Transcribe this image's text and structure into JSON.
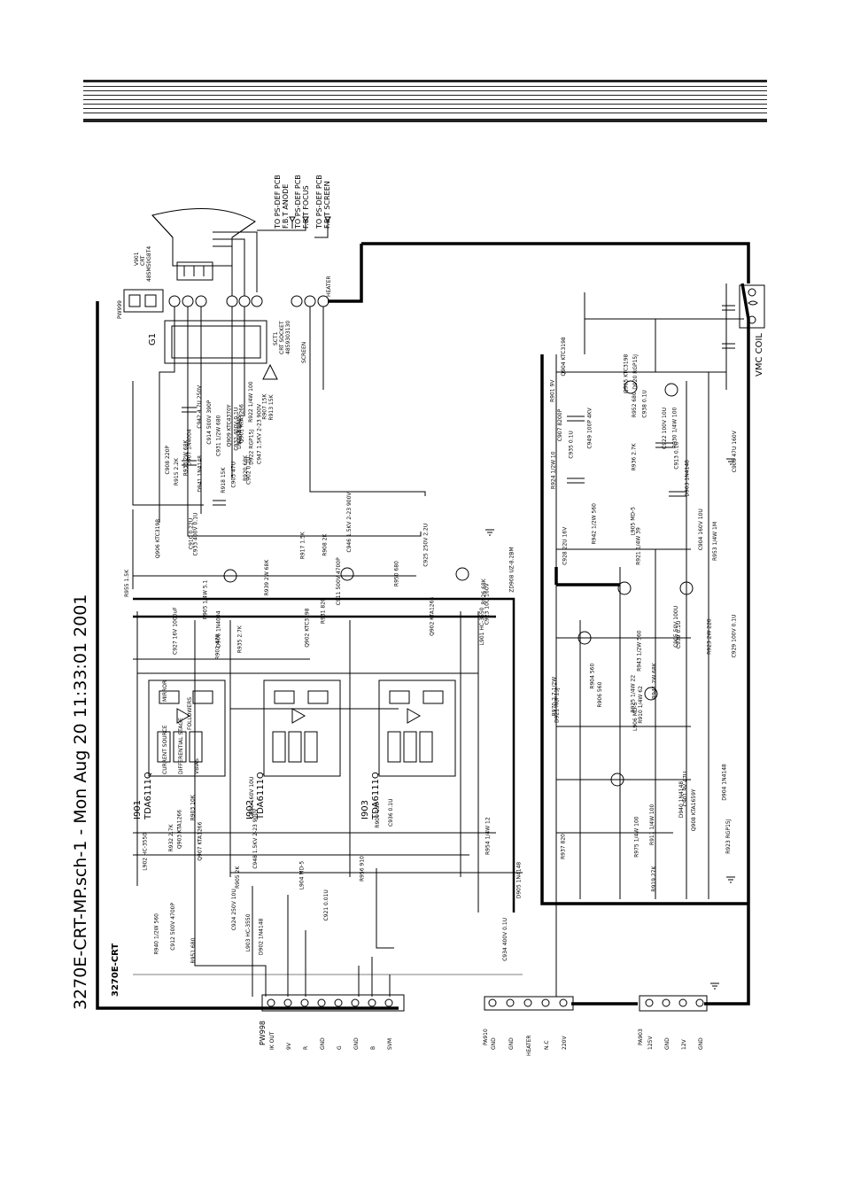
{
  "header": {
    "sheet_label": "3270E-CRT-MP.sch-1 - Mon Aug 20 11:33:01 2001"
  },
  "schematic": {
    "title": "3270E-CRT",
    "ics": [
      {
        "ref": "I901",
        "part": "TDA6111Q"
      },
      {
        "ref": "I902",
        "part": "TDA6111Q"
      },
      {
        "ref": "I903",
        "part": "TDA6111Q"
      }
    ],
    "crt": {
      "ref": "V901",
      "type": "CRT",
      "part": "48SM50G8T4"
    },
    "socket": {
      "ref": "SCT1",
      "name": "CRT SOCKET",
      "part": "4859303130"
    },
    "g1_label": "G1",
    "screen_label": "SCREEN",
    "heater_label": "HEATER",
    "vmc_coil_label": "VMC COIL",
    "pw999_label": "PW999",
    "outputs": [
      "TO PS-DEF PCB",
      "F.B.T ANODE",
      "TO PS-DEF PCB",
      "F.B.T FOCUS",
      "TO PS-DEF PCB",
      "F.B.T SCREEN"
    ],
    "connectors": [
      {
        "ref": "PW998",
        "pins": [
          "IK OUT",
          "9V",
          "R",
          "GND",
          "G",
          "GND",
          "B",
          "SVM"
        ]
      },
      {
        "ref": "PA910",
        "pins": [
          "GND",
          "GND",
          "HEATER",
          "N.C",
          "220V"
        ]
      },
      {
        "ref": "PA903",
        "pins": [
          "125V",
          "GND",
          "12V",
          "GND"
        ]
      }
    ],
    "ic_blocks": [
      "FOLLOWERS",
      "MIRROR",
      "CURRENT SOURCE",
      "DIFFERENTIAL STAGE",
      "VBIAS"
    ],
    "components": [
      "R931 820",
      "R932 2.7K",
      "R936 2.7K",
      "R937 820",
      "R934 820",
      "R935 2.7K",
      "C936 0.1U",
      "C938 0.1U",
      "C939 0.1U",
      "C932 400V 0.1U",
      "C933 400V 0.1U",
      "C934 400V 0.1U",
      "C935 0.1U",
      "C929 100V 0.1U",
      "C931 1/2W 680",
      "R950 680",
      "R951 680",
      "R952 680",
      "R941 2W 68K",
      "R933 2W 68K",
      "R939 2W 68K",
      "R940 1/2W 560",
      "R942 1/2W 560",
      "R943 1/2W 560",
      "Q901 KTA1266",
      "Q902 KTA1266",
      "Q903 KTA1266",
      "D920 RGP15J",
      "D921 RGP15J",
      "D922 RGP15J",
      "ZD908 UZ-8.2BM",
      "L904 MD-5",
      "L905 MD-5",
      "L906 MD-5",
      "C942 4.7U 250V",
      "C925 250V 2.2U",
      "C924 250V 10U",
      "R953 1/4W 1M",
      "R923 RGP15J",
      "C947 1.5KV 2-23 900V",
      "C946 1.5KV 2-23 900V",
      "C948 1.5KV 2-23 900V",
      "C949 100P 4KV",
      "D940 1N4148",
      "D941 1N4148",
      "R955 1.5K",
      "R956 910",
      "C928 22U 16V",
      "R975 1/4W 100",
      "D927 RGP15J",
      "C927 16V 1000uF",
      "R954 1/4W 12",
      "R901 9V",
      "C901 9V 47U",
      "C902 0.1U",
      "R902 470",
      "R903 10K",
      "Q904 KTC3198",
      "R911 1/4W 100",
      "R913 15K",
      "R908 2K",
      "R905 2K",
      "C907 8200P",
      "R904 560",
      "R907 15K",
      "C910 0.22U",
      "R909 150",
      "Q905 KTC3198",
      "R910 1/4W 62",
      "C908 220P",
      "Q902 KTC3198",
      "D902 1N4148",
      "D903 1N4148",
      "R906 560",
      "R915 2.2K",
      "Q906 KTC3198",
      "Q907 KTA1266",
      "R924 1/2W 10",
      "R925 1/4W 22",
      "C903 47U",
      "C911 500V 4700P",
      "C912 500V 4700P",
      "C913 0.1U",
      "D904 1N4148",
      "R918 15K",
      "R926 68K",
      "C921 0.01U",
      "C904 160V 10U",
      "R919 27K",
      "R920 68K",
      "R917 1.5K",
      "D905 1N4148",
      "R930 1/4W 100",
      "Q908 KTA1659Y",
      "Q909 KTC4370Y",
      "L901 HC-3550",
      "L902 HC-3550",
      "R921 1/4W 39",
      "C905 50V 100U",
      "R922 1/4W 100",
      "R905 1/4W 5.1",
      "C920 160V 10U",
      "C906 47U 160V",
      "R970 2.7 1/2W",
      "D907 1N4004",
      "D906 1N4004",
      "L903 HC-3550",
      "C922 100V 10U",
      "R923 2W 220",
      "C914 500V 390P",
      "C923 10U 160V"
    ]
  }
}
